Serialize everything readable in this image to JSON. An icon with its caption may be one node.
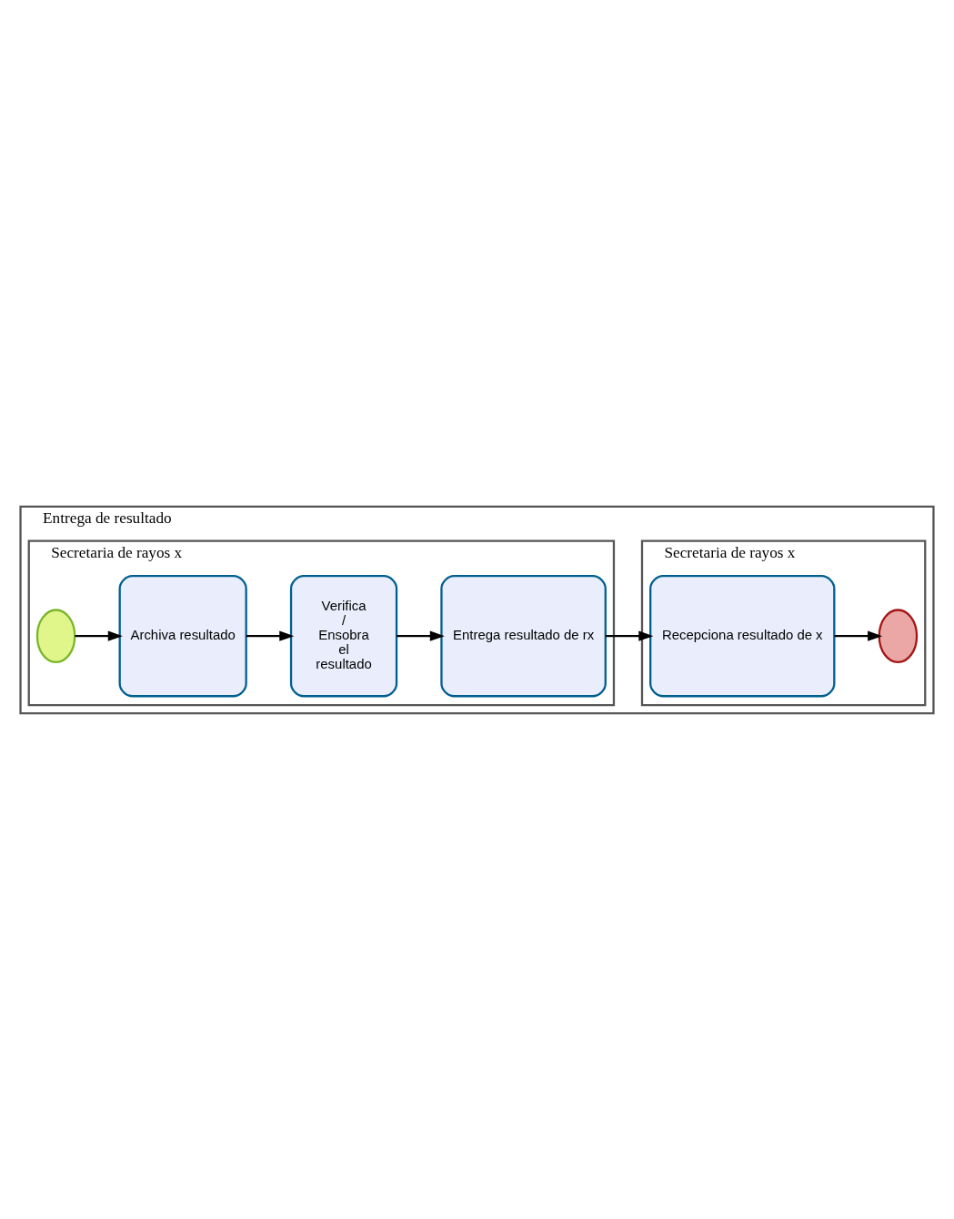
{
  "diagram": {
    "nodes": [
      {
        "text": [
          "Entrega de resultado"
        ]
      },
      {
        "text": [
          "Secretaria de rayos x"
        ],
        "in": 0
      },
      {
        "text": [
          "Secretaria de rayos x"
        ],
        "in": 0
      },
      {
        "text": [],
        "shape": "circle",
        "in": 1
      },
      {
        "text": [
          "Archiva resultado"
        ],
        "in": 1
      },
      {
        "text": [
          "Verifica / Ensobra el resultado"
        ],
        "in": 1
      },
      {
        "text": [
          "Entrega resultado de rx"
        ],
        "in": 1
      },
      {
        "text": [
          "Recepciona resultado de x"
        ],
        "in": 2
      },
      {
        "text": [],
        "shape": "circle",
        "in": 2
      }
    ],
    "edges": [
      {
        "from": 3,
        "to": 4,
        "arrow": "to"
      },
      {
        "from": 4,
        "to": 5,
        "arrow": "to"
      },
      {
        "from": 5,
        "to": 6,
        "arrow": "to"
      },
      {
        "from": 6,
        "to": 7,
        "arrow": "to"
      },
      {
        "from": 7,
        "to": 8,
        "arrow": "to"
      }
    ]
  }
}
